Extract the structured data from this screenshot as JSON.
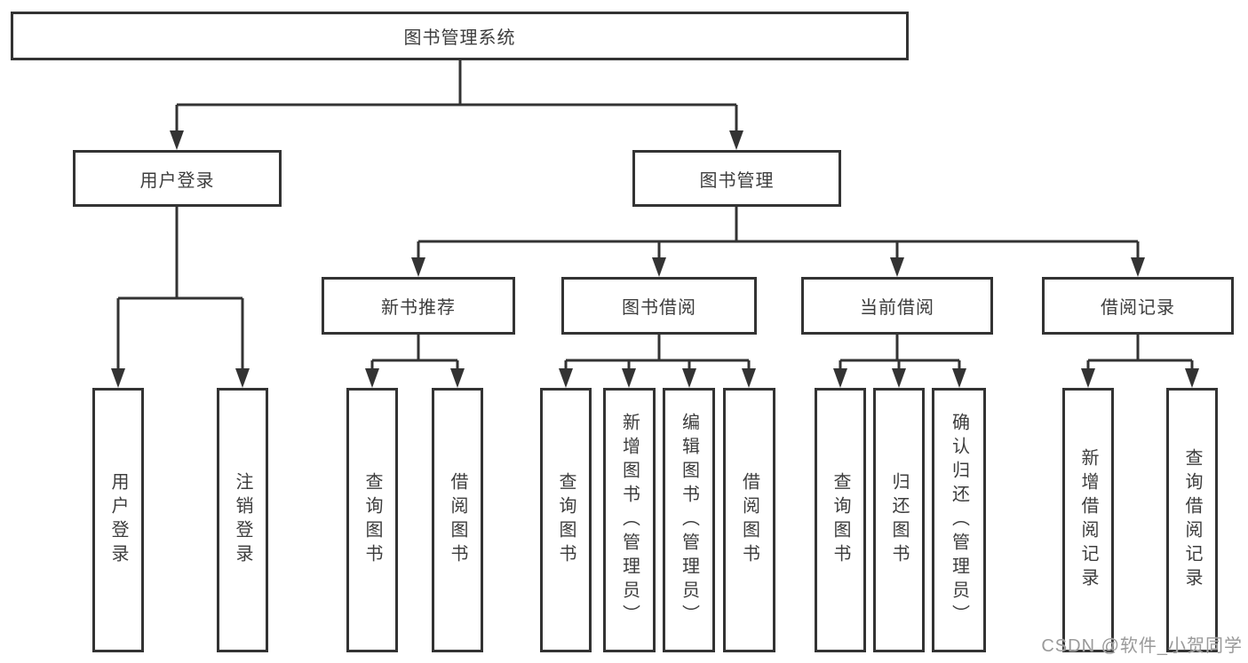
{
  "diagram": {
    "root": {
      "label": "图书管理系统"
    },
    "branches": [
      {
        "label": "用户登录",
        "children": [
          {
            "label": "用户登录"
          },
          {
            "label": "注销登录"
          }
        ]
      },
      {
        "label": "图书管理",
        "children": [
          {
            "label": "新书推荐",
            "children": [
              {
                "label": "查询图书"
              },
              {
                "label": "借阅图书"
              }
            ]
          },
          {
            "label": "图书借阅",
            "children": [
              {
                "label": "查询图书"
              },
              {
                "label": "新增图书（管理员）"
              },
              {
                "label": "编辑图书（管理员）"
              },
              {
                "label": "借阅图书"
              }
            ]
          },
          {
            "label": "当前借阅",
            "children": [
              {
                "label": "查询图书"
              },
              {
                "label": "归还图书"
              },
              {
                "label": "确认归还（管理员）"
              }
            ]
          },
          {
            "label": "借阅记录",
            "children": [
              {
                "label": "新增借阅记录"
              },
              {
                "label": "查询借阅记录"
              }
            ]
          }
        ]
      }
    ]
  },
  "watermark": {
    "label": "CSDN @软件_小贺同学"
  },
  "colors": {
    "line": "#333333",
    "box_fill": "#ffffff",
    "text": "#3d3d3d",
    "watermark": "#9a9a9a",
    "background": "#ffffff"
  }
}
